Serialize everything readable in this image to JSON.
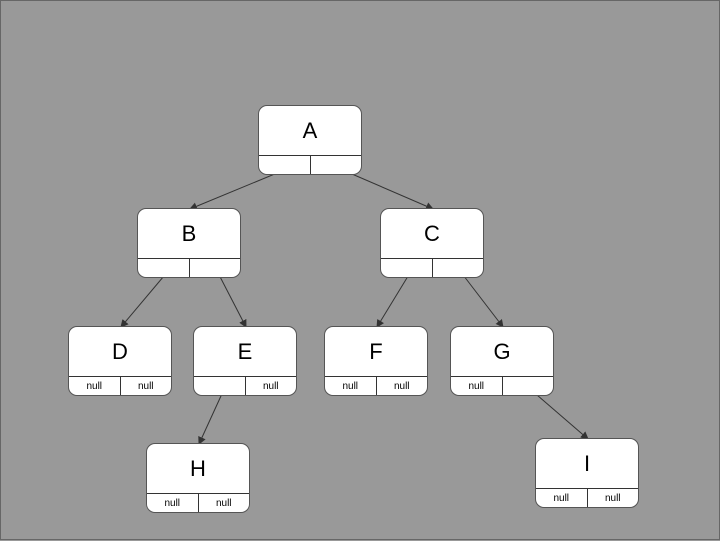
{
  "nodes": {
    "A": {
      "label": "A",
      "left": "",
      "right": ""
    },
    "B": {
      "label": "B",
      "left": "",
      "right": ""
    },
    "C": {
      "label": "C",
      "left": "",
      "right": ""
    },
    "D": {
      "label": "D",
      "left": "null",
      "right": "null"
    },
    "E": {
      "label": "E",
      "left": "",
      "right": "null"
    },
    "F": {
      "label": "F",
      "left": "null",
      "right": "null"
    },
    "G": {
      "label": "G",
      "left": "null",
      "right": ""
    },
    "H": {
      "label": "H",
      "left": "null",
      "right": "null"
    },
    "I": {
      "label": "I",
      "left": "null",
      "right": "null"
    }
  },
  "edges": [
    {
      "from": "A",
      "to": "B",
      "side": "left"
    },
    {
      "from": "A",
      "to": "C",
      "side": "right"
    },
    {
      "from": "B",
      "to": "D",
      "side": "left"
    },
    {
      "from": "B",
      "to": "E",
      "side": "right"
    },
    {
      "from": "C",
      "to": "F",
      "side": "left"
    },
    {
      "from": "C",
      "to": "G",
      "side": "right"
    },
    {
      "from": "E",
      "to": "H",
      "side": "left"
    },
    {
      "from": "G",
      "to": "I",
      "side": "right"
    }
  ],
  "colors": {
    "background": "#999999",
    "node_fill": "#ffffff",
    "edge": "#333333"
  }
}
